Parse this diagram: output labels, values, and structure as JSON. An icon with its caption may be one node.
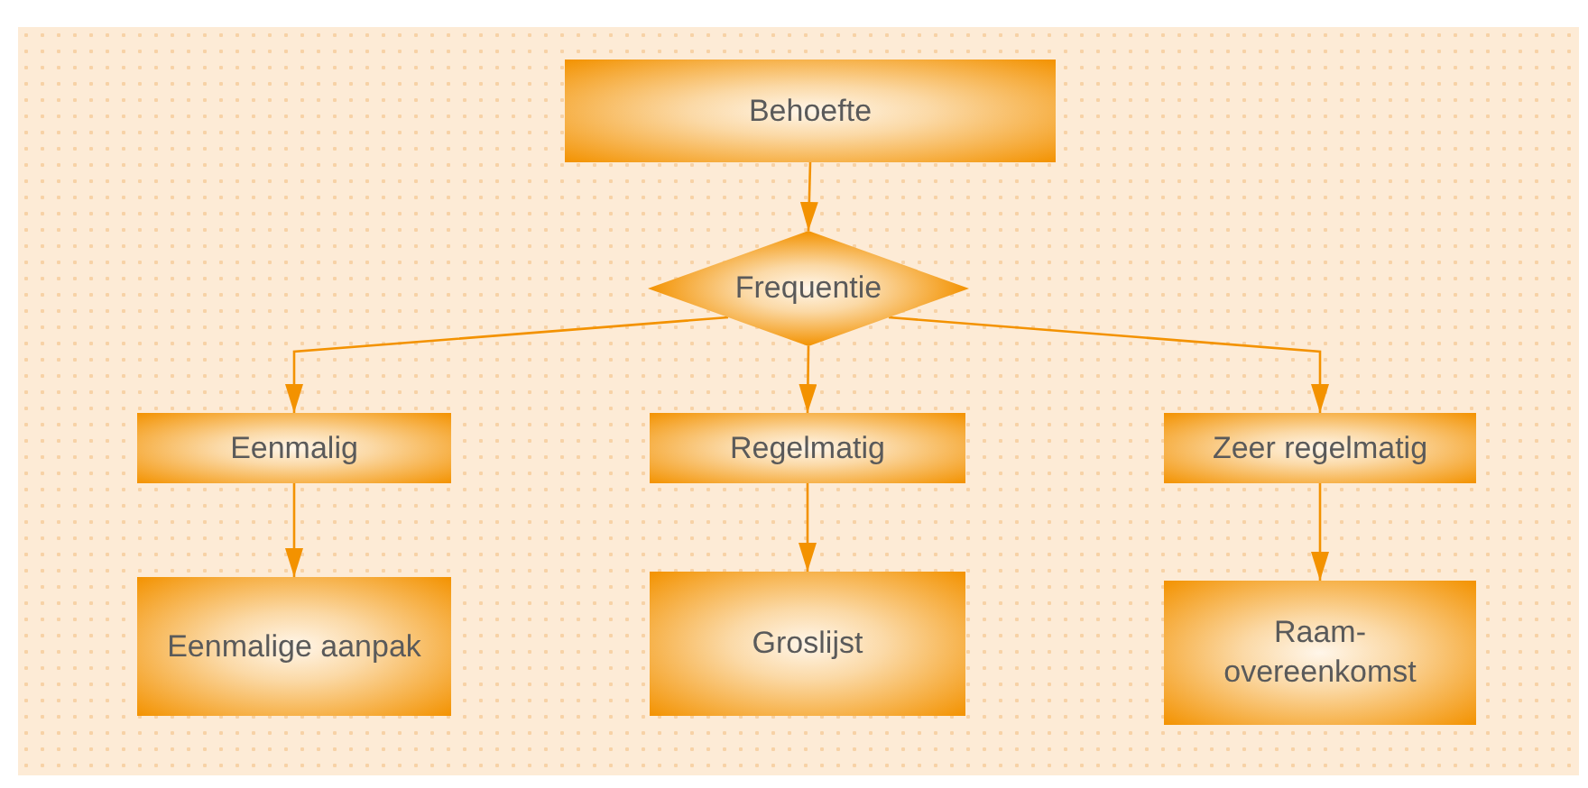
{
  "diagram": {
    "nodes": [
      {
        "text": [
          "Behoefte"
        ]
      },
      {
        "text": [
          "Frequentie"
        ]
      },
      {
        "text": [
          "Eenmalig"
        ]
      },
      {
        "text": [
          "Regelmatig"
        ]
      },
      {
        "text": [
          "Zeer regelmatig"
        ]
      },
      {
        "text": [
          "Eenmalige aanpak"
        ]
      },
      {
        "text": [
          "Groslijst"
        ]
      },
      {
        "text": [
          "Raam- overeenkomst"
        ]
      }
    ],
    "edges": [
      {
        "from": 0,
        "to": 1,
        "arrow": "to"
      },
      {
        "from": 1,
        "to": 2,
        "arrow": "to"
      },
      {
        "from": 1,
        "to": 3,
        "arrow": "to"
      },
      {
        "from": 1,
        "to": 4,
        "arrow": "to"
      },
      {
        "from": 2,
        "to": 5,
        "arrow": "to"
      },
      {
        "from": 3,
        "to": 6,
        "arrow": "to"
      },
      {
        "from": 4,
        "to": 7,
        "arrow": "to"
      }
    ]
  }
}
